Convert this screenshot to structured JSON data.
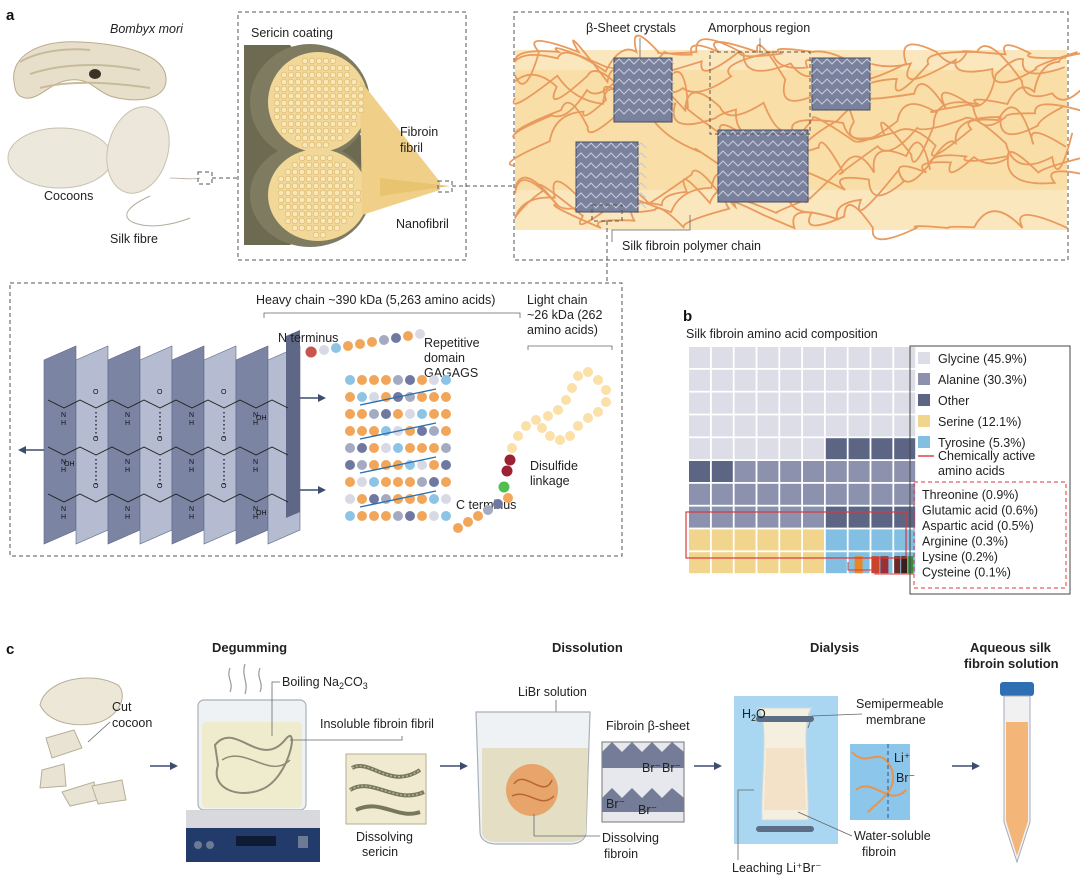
{
  "panels": {
    "a": {
      "letter": "a",
      "organism": "Bombyx mori",
      "cocoons": "Cocoons",
      "silk_fibre": "Silk fibre",
      "sericin_coating": "Sericin coating",
      "fibroin_fibril_1": "Fibroin",
      "fibroin_fibril_2": "fibril",
      "nanofibril": "Nanofibril",
      "beta_sheet_crystals": "β-Sheet crystals",
      "amorphous_region": "Amorphous region",
      "polymer_chain": "Silk fibroin polymer chain",
      "heavy_chain": "Heavy chain ~390 kDa (5,263 amino acids)",
      "light_chain_1": "Light chain",
      "light_chain_2": "~26 kDa (262",
      "light_chain_3": "amino acids)",
      "n_terminus": "N terminus",
      "repetitive_1": "Repetitive",
      "repetitive_2": "domain",
      "repetitive_3": "GAGAGS",
      "disulfide_1": "Disulfide",
      "disulfide_2": "linkage",
      "c_terminus": "C terminus",
      "chem_n": "N",
      "chem_h": "H",
      "chem_o": "O",
      "chem_oh": "OH"
    },
    "b": {
      "letter": "b",
      "title": "Silk fibroin amino acid composition",
      "legend": [
        {
          "label": "Glycine (45.9%)",
          "color": "#dcdde6"
        },
        {
          "label": "Alanine (30.3%)",
          "color": "#8c92ad"
        },
        {
          "label": "Other",
          "color": "#5d6585"
        },
        {
          "label": "Serine (12.1%)",
          "color": "#f2d58c"
        },
        {
          "label": "Tyrosine (5.3%)",
          "color": "#82bfe3"
        }
      ],
      "active_label_1": "Chemically active",
      "active_label_2": "amino acids",
      "active_color": "#d83a3a",
      "active_list": [
        {
          "label": "Threonine (0.9%)",
          "color": "#e8862a"
        },
        {
          "label": "Glutamic acid (0.6%)",
          "color": "#c9442b"
        },
        {
          "label": "Aspartic acid (0.5%)",
          "color": "#9b2f36"
        },
        {
          "label": "Arginine (0.3%)",
          "color": "#6e2a22"
        },
        {
          "label": "Lysine (0.2%)",
          "color": "#3c1f1a"
        },
        {
          "label": "Cysteine (0.1%)",
          "color": "#3e8a3a"
        }
      ]
    },
    "c": {
      "letter": "c",
      "cut_cocoon_1": "Cut",
      "cut_cocoon_2": "cocoon",
      "degumming": "Degumming",
      "boiling_pre": "Boiling Na",
      "boiling_sub1": "2",
      "boiling_mid": "CO",
      "boiling_sub2": "3",
      "insoluble": "Insoluble fibroin fibril",
      "dissolving_sericin_1": "Dissolving",
      "dissolving_sericin_2": "sericin",
      "dissolution": "Dissolution",
      "libr": "LiBr solution",
      "fibroin_beta": "Fibroin β-sheet",
      "br_ion": "Br⁻",
      "dissolving_fibroin_1": "Dissolving",
      "dissolving_fibroin_2": "fibroin",
      "dialysis": "Dialysis",
      "h2o_pre": "H",
      "h2o_sub": "2",
      "h2o_post": "O",
      "semipermeable_1": "Semipermeable",
      "semipermeable_2": "membrane",
      "li_ion": "Li⁺",
      "water_soluble_1": "Water-soluble",
      "water_soluble_2": "fibroin",
      "leaching": "Leaching Li⁺Br⁻",
      "aqueous_1": "Aqueous silk",
      "aqueous_2": "fibroin solution"
    }
  }
}
